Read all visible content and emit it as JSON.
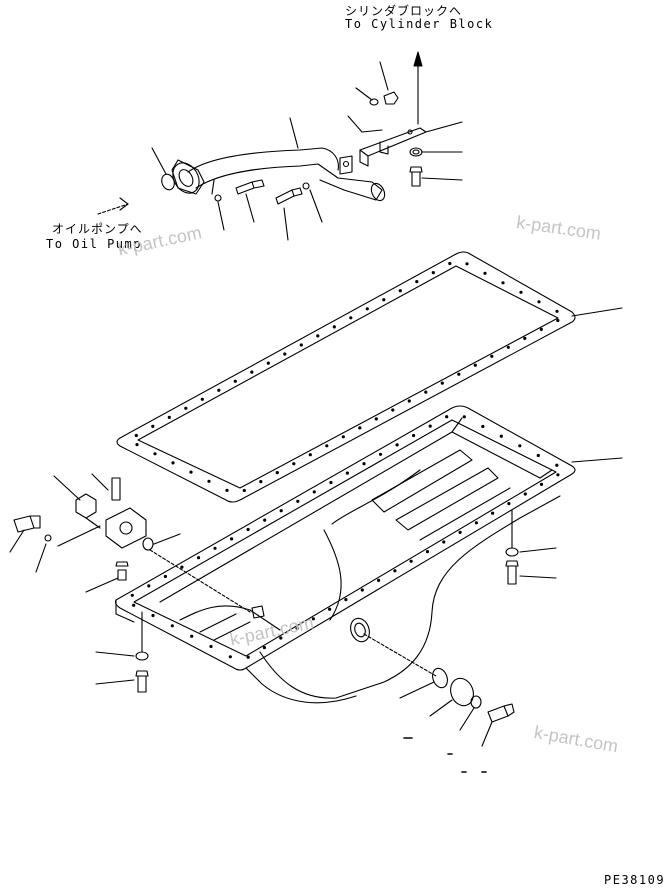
{
  "labels": {
    "cylinder_block_jp": "シリンダブロックへ",
    "cylinder_block_en": "To Cylinder Block",
    "oil_pump_jp": "オイルポンプへ",
    "oil_pump_en": "To Oil Pump",
    "drawing_code": "PE38109"
  },
  "watermarks": [
    "k-part.com",
    "k-part.com",
    "k-part.com",
    "k-part.com"
  ],
  "colors": {
    "line": "#000000",
    "watermark": "#c4c4c4",
    "background": "#ffffff"
  }
}
